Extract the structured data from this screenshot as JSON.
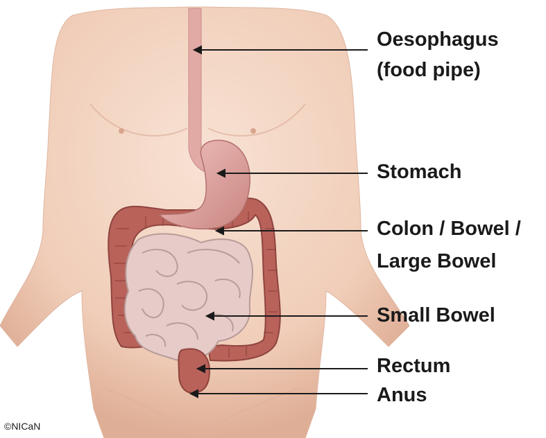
{
  "labels": {
    "oesophagus_line1": "Oesophagus",
    "oesophagus_line2": "(food pipe)",
    "stomach": "Stomach",
    "colon_line1": "Colon / Bowel /",
    "colon_line2": "Large Bowel",
    "small_bowel": "Small Bowel",
    "rectum": "Rectum",
    "anus": "Anus"
  },
  "copyright": "©NICaN",
  "colors": {
    "skin": "#f2d2c0",
    "skin_shadow": "#e2b39d",
    "large_bowel": "#b85f57",
    "small_bowel": "#e6cbc8",
    "stomach": "#e0a7a4",
    "leader_line": "#1a1a1a"
  }
}
